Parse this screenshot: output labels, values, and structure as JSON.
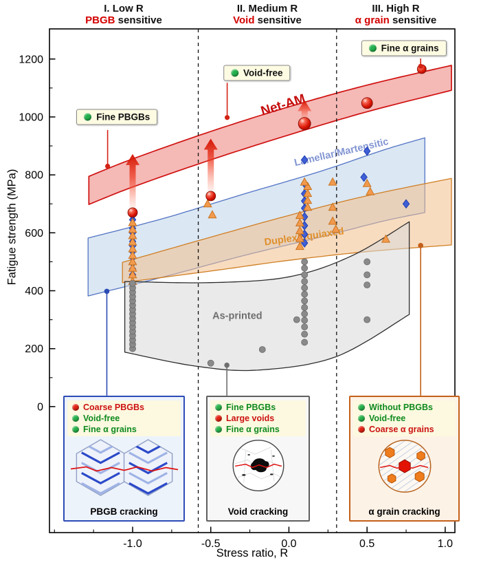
{
  "header": {
    "regions": [
      {
        "line1": "I. Low R",
        "keyword": "PBGB",
        "rest": " sensitive"
      },
      {
        "line1": "II. Medium R",
        "keyword": "Void",
        "rest": " sensitive"
      },
      {
        "line1": "III. High R",
        "keyword": "α grain",
        "rest": " sensitive"
      }
    ]
  },
  "axes": {
    "x_label": "Stress ratio, R",
    "y_label": "Fatigue strength (MPa)"
  },
  "chart_data": {
    "type": "scatter",
    "x_range": [
      -1.532,
      1.062
    ],
    "y_range": [
      -435,
      1304
    ],
    "x_ticks": [
      -1.0,
      -0.5,
      0.0,
      0.5,
      1.0
    ],
    "x_tick_labels": [
      "-1.0",
      "-0.5",
      "0.0",
      "0.5",
      "1.0"
    ],
    "y_ticks": [
      0,
      200,
      400,
      600,
      800,
      1000,
      1200
    ],
    "y_tick_labels": [
      "0",
      "200",
      "400",
      "600",
      "800",
      "1000",
      "1200"
    ],
    "x_minor_step": 0.25,
    "y_minor_step": 100,
    "dividers": [
      -0.58,
      0.305
    ],
    "bands": [
      {
        "id": "lamellar-martensitic",
        "name": "Lamellar/Martensitic",
        "fill": "#b8cfe8",
        "fill_opacity": 0.5,
        "stroke": "#5273c4",
        "stroke_width": 1.3,
        "top": [
          [
            -1.285,
            582
          ],
          [
            -0.8,
            650
          ],
          [
            -0.3,
            732
          ],
          [
            0.2,
            812
          ],
          [
            0.6,
            885
          ],
          [
            0.87,
            928
          ]
        ],
        "bottom": [
          [
            -1.285,
            382
          ],
          [
            -0.8,
            448
          ],
          [
            -0.3,
            520
          ],
          [
            0.2,
            585
          ],
          [
            0.6,
            640
          ],
          [
            0.87,
            670
          ]
        ],
        "label": {
          "text": "Lamellar/Martensitic",
          "x": 0.34,
          "y": 868,
          "angle": -13,
          "color": "#8295d2",
          "size": 14.5
        }
      },
      {
        "id": "duplex-equiaxed",
        "name": "Duplex/Equiaxed",
        "fill": "#f3c08c",
        "fill_opacity": 0.55,
        "stroke": "#cf7e22",
        "stroke_width": 1.3,
        "top": [
          [
            -1.065,
            498
          ],
          [
            -0.5,
            585
          ],
          [
            0,
            660
          ],
          [
            0.5,
            728
          ],
          [
            1.04,
            788
          ]
        ],
        "bottom": [
          [
            -1.065,
            428
          ],
          [
            -0.5,
            468
          ],
          [
            0,
            505
          ],
          [
            0.5,
            535
          ],
          [
            1.04,
            558
          ]
        ],
        "label": {
          "text": "Duplex/Equiaxed",
          "x": 0.1,
          "y": 576,
          "angle": -8,
          "color": "#df8f2c",
          "size": 14.5
        }
      },
      {
        "id": "as-printed",
        "name": "As-printed",
        "fill": "#d9d9d9",
        "fill_opacity": 0.55,
        "stroke": "#2d2d2d",
        "stroke_width": 1.3,
        "top": [
          [
            -1.05,
            432
          ],
          [
            -0.5,
            428
          ],
          [
            0,
            448
          ],
          [
            0.4,
            520
          ],
          [
            0.77,
            638
          ]
        ],
        "bottom": [
          [
            -1.05,
            188
          ],
          [
            -0.6,
            140
          ],
          [
            -0.2,
            126
          ],
          [
            0.3,
            172
          ],
          [
            0.77,
            318
          ]
        ],
        "label": {
          "text": "As-printed",
          "x": -0.33,
          "y": 303,
          "angle": 0,
          "color": "#6f6f6f",
          "size": 14.5
        }
      },
      {
        "id": "net-am",
        "name": "Net-AM",
        "fill": "#f2a7a4",
        "fill_opacity": 0.8,
        "stroke": "#cf1110",
        "stroke_width": 1.7,
        "top": [
          [
            -1.28,
            795
          ],
          [
            -1,
            855
          ],
          [
            -0.5,
            950
          ],
          [
            0,
            1035
          ],
          [
            0.5,
            1110
          ],
          [
            1.04,
            1178
          ]
        ],
        "bottom": [
          [
            -1.28,
            698
          ],
          [
            -1,
            758
          ],
          [
            -0.5,
            852
          ],
          [
            0,
            938
          ],
          [
            0.5,
            1018
          ],
          [
            1.04,
            1092
          ]
        ],
        "label": {
          "text": "Net-AM",
          "x": -0.03,
          "y": 1028,
          "angle": -17,
          "color": "#c50d0d",
          "size": 19
        }
      }
    ],
    "series": [
      {
        "id": "lamellar-points",
        "name": "Lamellar/Martensitic data",
        "marker": "diamond",
        "fill": "#3f5fd6",
        "stroke": "#1d3bb0",
        "size": 6,
        "points": [
          [
            -1,
            455
          ],
          [
            -1,
            475
          ],
          [
            -1,
            495
          ],
          [
            -1,
            515
          ],
          [
            -1,
            535
          ],
          [
            -1,
            555
          ],
          [
            -1,
            570
          ],
          [
            -1,
            585
          ],
          [
            -1,
            600
          ],
          [
            -1,
            615
          ],
          [
            -1,
            630
          ],
          [
            -1,
            645
          ],
          [
            -1,
            660
          ],
          [
            0.1,
            565
          ],
          [
            0.1,
            595
          ],
          [
            0.1,
            625
          ],
          [
            0.1,
            655
          ],
          [
            0.1,
            685
          ],
          [
            0.1,
            710
          ],
          [
            0.1,
            735
          ],
          [
            0.1,
            770
          ],
          [
            0.1,
            852
          ],
          [
            0.5,
            882
          ],
          [
            0.48,
            792
          ],
          [
            0.75,
            700
          ]
        ]
      },
      {
        "id": "duplex-points",
        "name": "Duplex/Equiaxed data",
        "marker": "triangle",
        "fill": "#f29a4e",
        "stroke": "#c9741f",
        "size": 6,
        "points": [
          [
            -1,
            432
          ],
          [
            -1,
            455
          ],
          [
            -1,
            478
          ],
          [
            -1,
            500
          ],
          [
            -1,
            522
          ],
          [
            -1,
            545
          ],
          [
            -1,
            568
          ],
          [
            -1,
            590
          ],
          [
            -1,
            612
          ],
          [
            -1,
            635
          ],
          [
            -0.52,
            700
          ],
          [
            -0.49,
            662
          ],
          [
            0.07,
            553
          ],
          [
            0.07,
            580
          ],
          [
            0.07,
            607
          ],
          [
            0.07,
            634
          ],
          [
            0.07,
            660
          ],
          [
            0.12,
            688
          ],
          [
            0.12,
            712
          ],
          [
            0.12,
            736
          ],
          [
            0.12,
            760
          ],
          [
            0.1,
            775
          ],
          [
            0.28,
            640
          ],
          [
            0.28,
            688
          ],
          [
            0.3,
            612
          ],
          [
            0.28,
            775
          ],
          [
            0.5,
            770
          ],
          [
            0.52,
            742
          ],
          [
            0.62,
            578
          ]
        ]
      },
      {
        "id": "as-printed-points",
        "name": "As-printed data",
        "marker": "circle",
        "fill": "#8a8a8a",
        "stroke": "#6a6a6a",
        "size": 4.5,
        "points": [
          [
            -1,
            200
          ],
          [
            -1,
            215
          ],
          [
            -1,
            230
          ],
          [
            -1,
            245
          ],
          [
            -1,
            260
          ],
          [
            -1,
            275
          ],
          [
            -1,
            290
          ],
          [
            -1,
            305
          ],
          [
            -1,
            320
          ],
          [
            -1,
            335
          ],
          [
            -1,
            350
          ],
          [
            -1,
            365
          ],
          [
            -1,
            380
          ],
          [
            -1,
            395
          ],
          [
            -1,
            410
          ],
          [
            -1,
            425
          ],
          [
            -0.5,
            150
          ],
          [
            -0.17,
            197
          ],
          [
            0.05,
            300
          ],
          [
            0.1,
            222
          ],
          [
            0.1,
            250
          ],
          [
            0.1,
            275
          ],
          [
            0.1,
            298
          ],
          [
            0.1,
            320
          ],
          [
            0.1,
            342
          ],
          [
            0.1,
            365
          ],
          [
            0.1,
            388
          ],
          [
            0.1,
            410
          ],
          [
            0.1,
            432
          ],
          [
            0.1,
            455
          ],
          [
            0.1,
            478
          ],
          [
            0.1,
            500
          ],
          [
            0.5,
            300
          ],
          [
            0.5,
            420
          ],
          [
            0.5,
            455
          ],
          [
            0.5,
            500
          ]
        ]
      },
      {
        "id": "net-am-points",
        "name": "Net-AM data",
        "marker": "sphere",
        "fill": "#da1404",
        "stroke": "#7d0a00",
        "size": 7,
        "points": [
          [
            -1,
            670,
            7
          ],
          [
            -0.5,
            727,
            7
          ],
          [
            0.1,
            977,
            9
          ],
          [
            0.5,
            1048,
            8
          ],
          [
            0.85,
            1165,
            6.5
          ]
        ]
      }
    ],
    "arrows": [
      {
        "x": -1.0,
        "y1": 688,
        "y2": 872
      },
      {
        "x": -0.5,
        "y1": 745,
        "y2": 925
      },
      {
        "x": 0.1,
        "y1": 992,
        "y2": 1058
      }
    ],
    "callouts": [
      {
        "label": "Fine PBGBs",
        "dot": "#22b14c",
        "box_x": -1.1,
        "box_y": 1000,
        "conn_x": -1.16,
        "conn_y1": 955,
        "conn_y2": 830
      },
      {
        "label": "Void-free",
        "dot": "#22b14c",
        "box_x": -0.205,
        "box_y": 1152,
        "conn_x": -0.395,
        "conn_y1": 1118,
        "conn_y2": 998
      },
      {
        "label": "Fine α grains",
        "dot": "#22b14c",
        "box_x": 0.735,
        "box_y": 1238,
        "conn_x": 0.843,
        "conn_y1": 1202,
        "conn_y2": 1175
      }
    ],
    "inset_connectors": [
      {
        "color": "#2b4bb5",
        "x": -1.165,
        "y1": 38,
        "y2": 398
      },
      {
        "color": "#6e6e6e",
        "x": -0.397,
        "y1": 38,
        "y2": 143
      },
      {
        "color": "#c4601a",
        "x": 0.843,
        "y1": 38,
        "y2": 556
      }
    ]
  },
  "insets": [
    {
      "caption": "PBGB cracking",
      "items": [
        {
          "dot": "#e42313",
          "label": "Coarse PBGBs",
          "color": "#cc1111"
        },
        {
          "dot": "#27b24a",
          "label": "Void-free",
          "color": "#0f8a1f"
        },
        {
          "dot": "#27b24a",
          "label": "Fine α grains",
          "color": "#0f8a1f"
        }
      ]
    },
    {
      "caption": "Void cracking",
      "items": [
        {
          "dot": "#27b24a",
          "label": "Fine PBGBs",
          "color": "#0f8a1f"
        },
        {
          "dot": "#e42313",
          "label": "Large voids",
          "color": "#cc1111"
        },
        {
          "dot": "#27b24a",
          "label": "Fine α grains",
          "color": "#0f8a1f"
        }
      ]
    },
    {
      "caption": "α grain cracking",
      "items": [
        {
          "dot": "#27b24a",
          "label": "Without PBGBs",
          "color": "#0f8a1f"
        },
        {
          "dot": "#27b24a",
          "label": "Void-free",
          "color": "#0f8a1f"
        },
        {
          "dot": "#e42313",
          "label": "Coarse α grains",
          "color": "#cc1111"
        }
      ]
    }
  ]
}
